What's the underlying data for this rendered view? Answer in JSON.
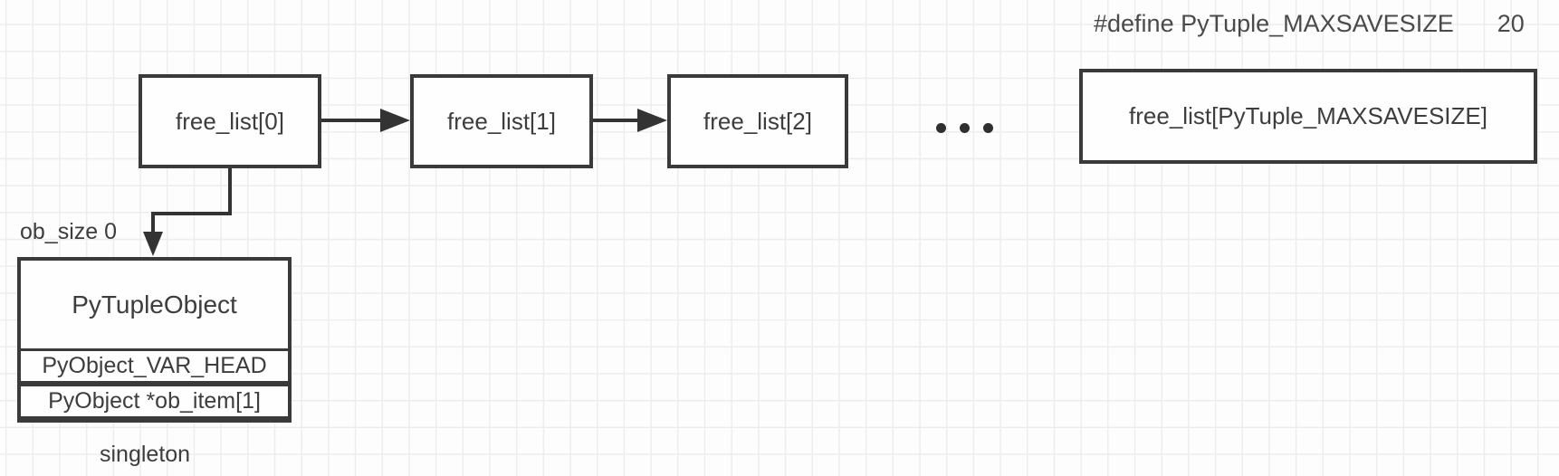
{
  "macro": {
    "directive": "#define PyTuple_MAXSAVESIZE",
    "value": "20"
  },
  "nodes": [
    {
      "label": "free_list[0]"
    },
    {
      "label": "free_list[1]"
    },
    {
      "label": "free_list[2]"
    },
    {
      "label": "free_list[PyTuple_MAXSAVESIZE]"
    }
  ],
  "ellipsis": "...",
  "tuple_object": {
    "pointer_label": "ob_size 0",
    "title": "PyTupleObject",
    "rows": [
      {
        "label": "PyObject_VAR_HEAD"
      },
      {
        "label": "PyObject *ob_item[1]"
      }
    ],
    "caption": "singleton"
  },
  "colors": {
    "line": "#3a3a3a",
    "text": "#3d3d3d",
    "grid": "#ededed",
    "background": "#fdfdfd"
  }
}
